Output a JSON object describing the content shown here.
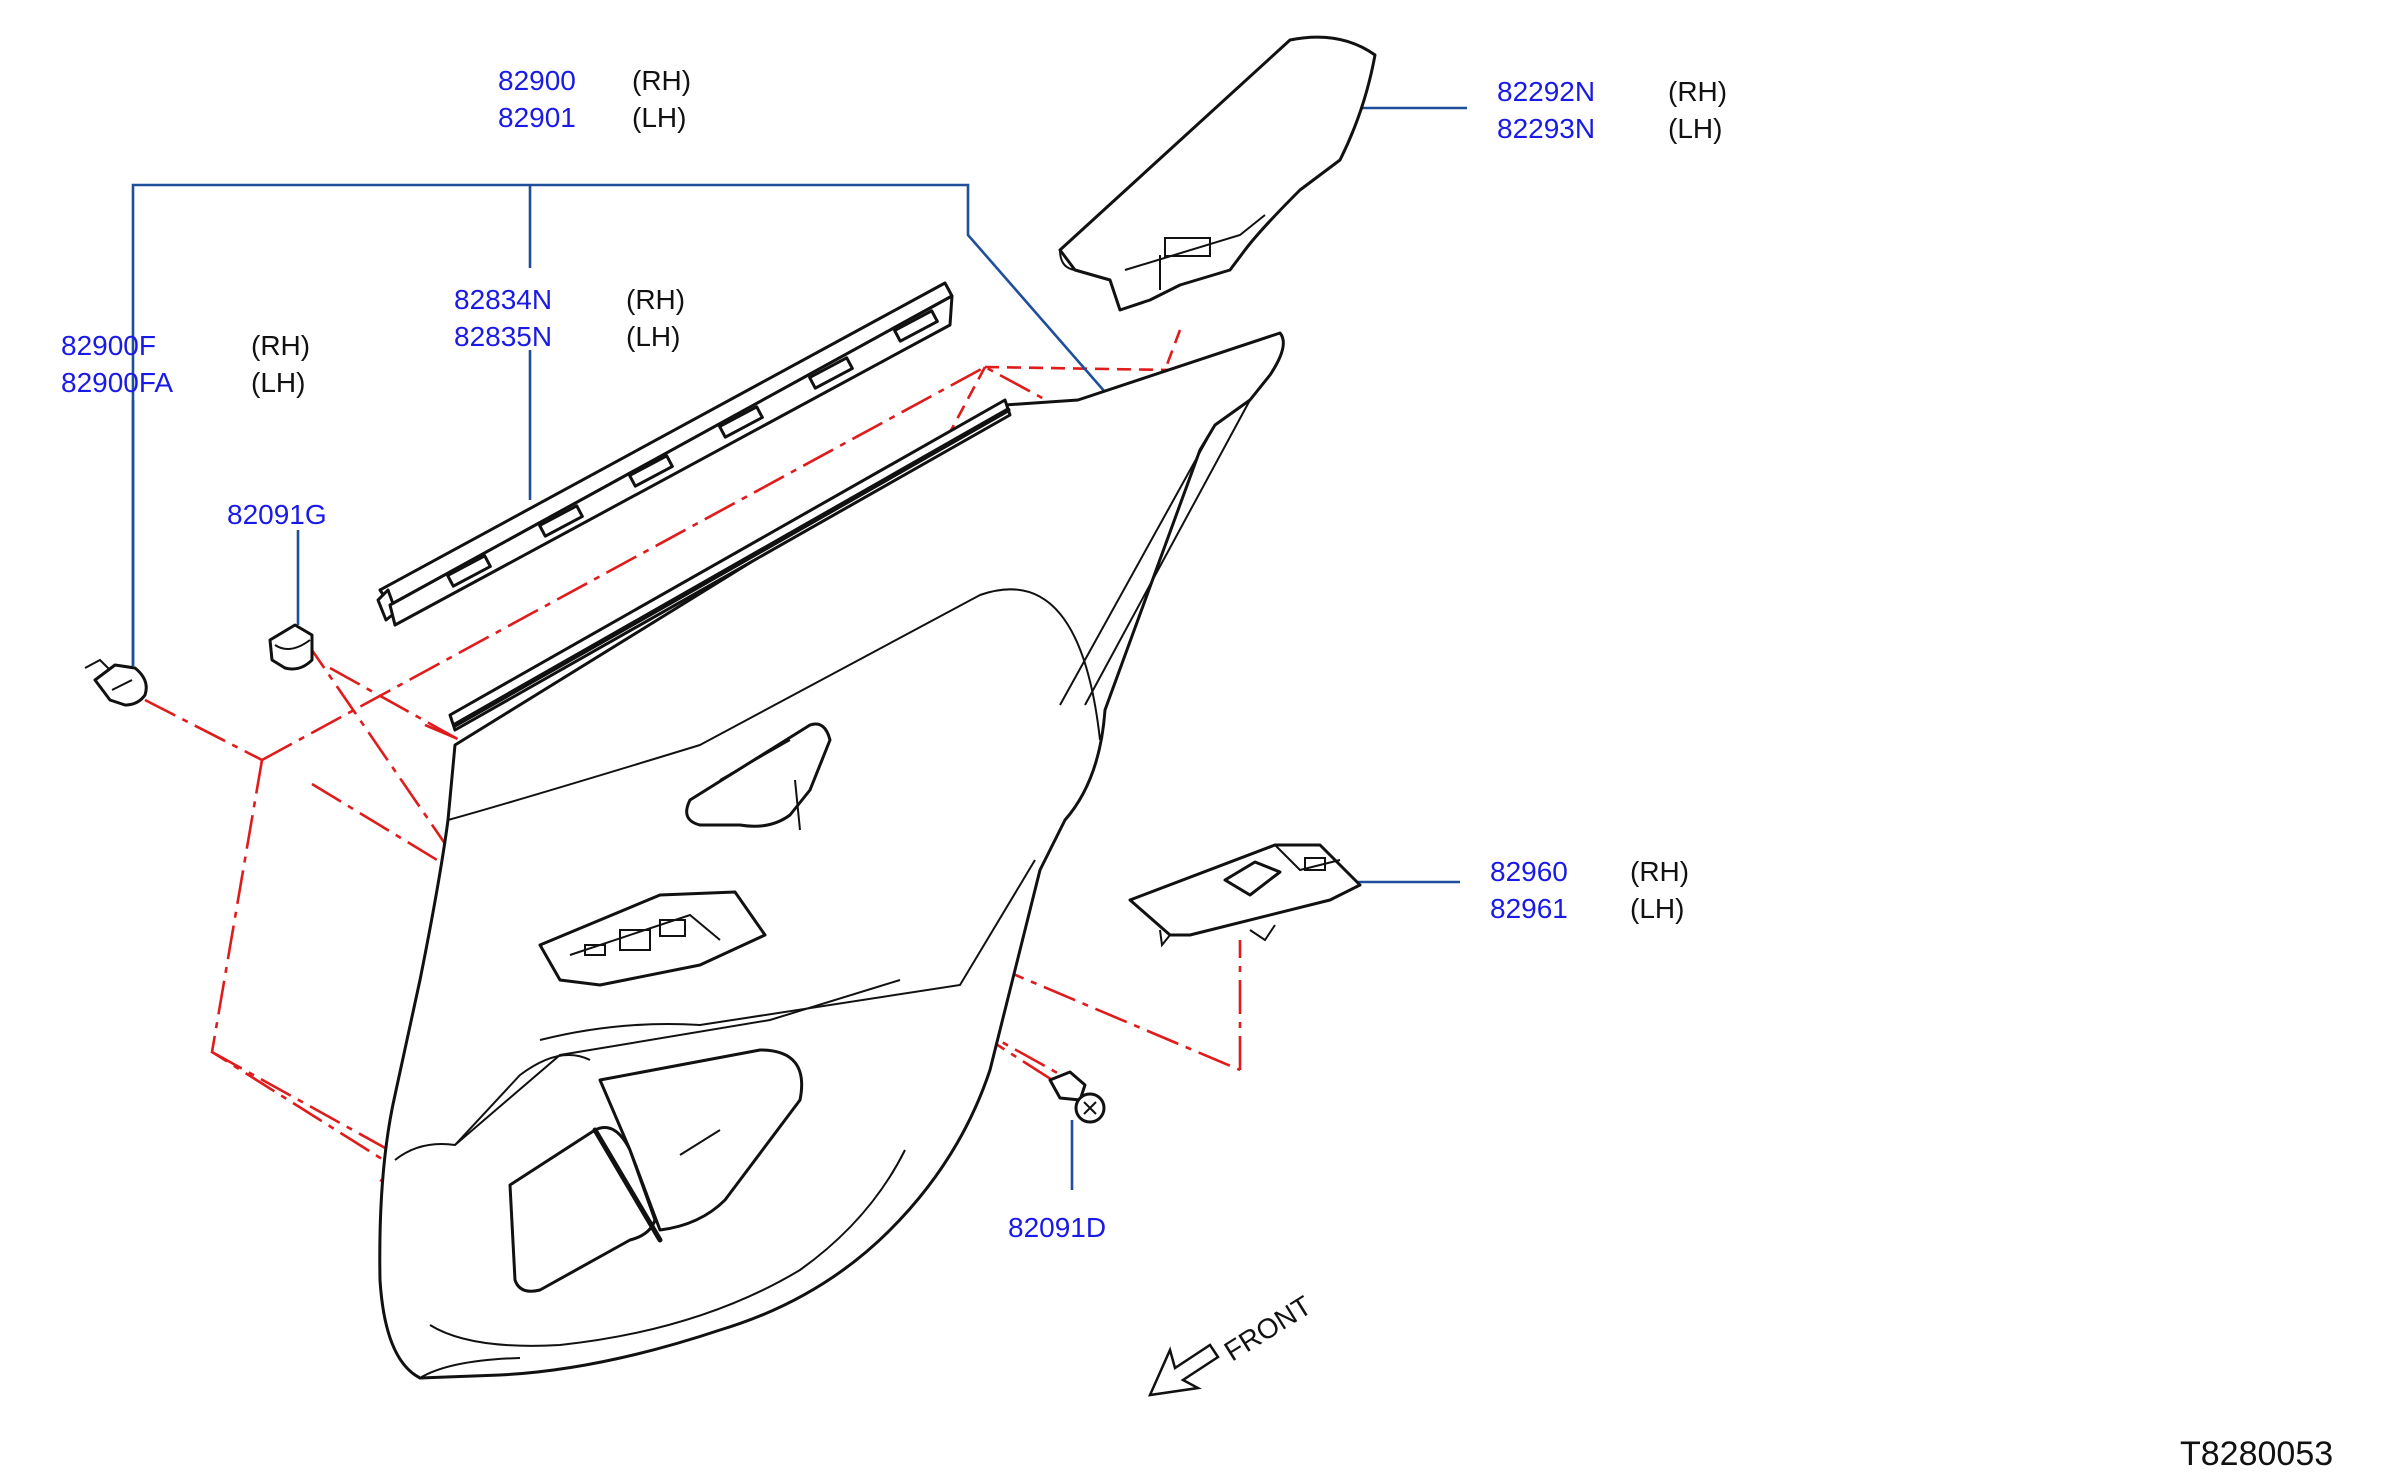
{
  "callouts": {
    "trim_assy": {
      "rh_part": "82900",
      "rh_side": "(RH)",
      "lh_part": "82901",
      "lh_side": "(LH)"
    },
    "armrest_pad": {
      "rh_part": "82292N",
      "rh_side": "(RH)",
      "lh_part": "82293N",
      "lh_side": "(LH)"
    },
    "seal_strip": {
      "rh_part": "82834N",
      "rh_side": "(RH)",
      "lh_part": "82835N",
      "lh_side": "(LH)"
    },
    "clip_fastener": {
      "rh_part": "82900F",
      "rh_side": "(RH)",
      "lh_part": "82900FA",
      "lh_side": "(LH)"
    },
    "grommet": {
      "part": "82091G"
    },
    "switch_finisher": {
      "rh_part": "82960",
      "rh_side": "(RH)",
      "lh_part": "82961",
      "lh_side": "(LH)"
    },
    "screw": {
      "part": "82091D"
    }
  },
  "front_label": "FRONT",
  "diagram_id": "T8280053",
  "colors": {
    "part_number": "#1a1ae6",
    "leader_line": "#1f4f9a",
    "guide_line": "#e01b1b",
    "outline": "#111111"
  }
}
